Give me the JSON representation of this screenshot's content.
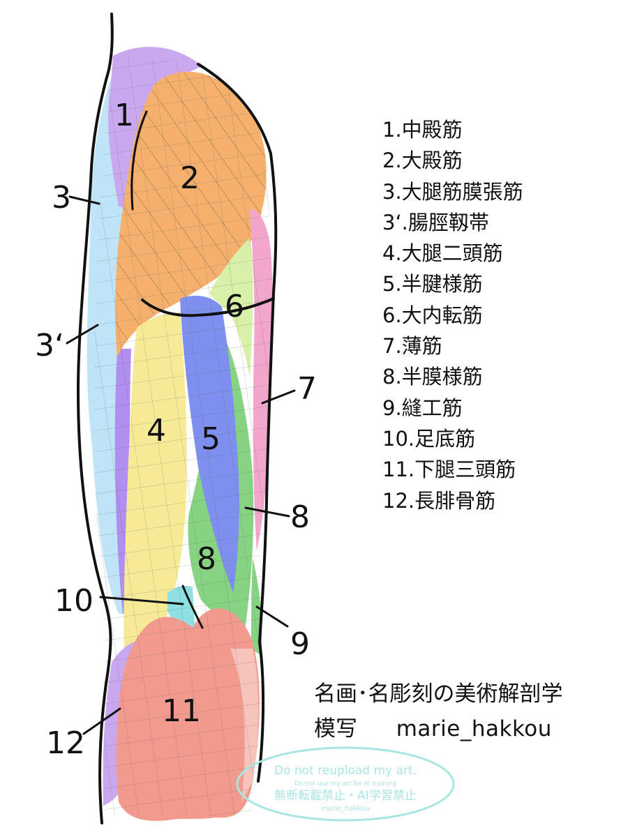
{
  "figure_labels": {
    "n1": "1",
    "n2": "2",
    "n3": "3",
    "n3p": "3‘",
    "n4": "4",
    "n5": "5",
    "n6": "6",
    "n7": "7",
    "n8a": "8",
    "n8b": "8",
    "n9": "9",
    "n10": "10",
    "n11": "11",
    "n12": "12"
  },
  "legend": {
    "items": [
      "1.中殿筋",
      "2.大殿筋",
      "3.大腿筋膜張筋",
      "3‘.腸脛靱帯",
      "4.大腿二頭筋",
      "5.半腱様筋",
      "6.大内転筋",
      "7.薄筋",
      "8.半膜様筋",
      "9.縫工筋",
      "10.足底筋",
      "11.下腿三頭筋",
      "12.長腓骨筋"
    ]
  },
  "credit": {
    "line1": "名画･名彫刻の美術解剖学",
    "line2_prefix": "模写",
    "line2_handle": "marie_hakkou"
  },
  "watermark": {
    "line1": "Do not reupload my art.",
    "line2": "Do not use my art for AI training",
    "line3": "無断転載禁止・AI学習禁止",
    "line4": "marie_hakkou"
  },
  "colors": {
    "gluteus_medius": "#c9a8f0",
    "gluteus_maximus": "#f5b06e",
    "tfl_itb": "#bfe3f7",
    "biceps_femoris": "#f6ea96",
    "semitendinosus": "#7f8ff0",
    "adductor_magnus": "#d8f0a8",
    "gracilis": "#f2a6cc",
    "semimembranosus": "#86d483",
    "plantaris": "#8fe0e0",
    "triceps_surae": "#f29a8e",
    "peroneus_longus": "#c9a8f0",
    "outline": "#111111",
    "watermark": "#a8e6e4"
  }
}
